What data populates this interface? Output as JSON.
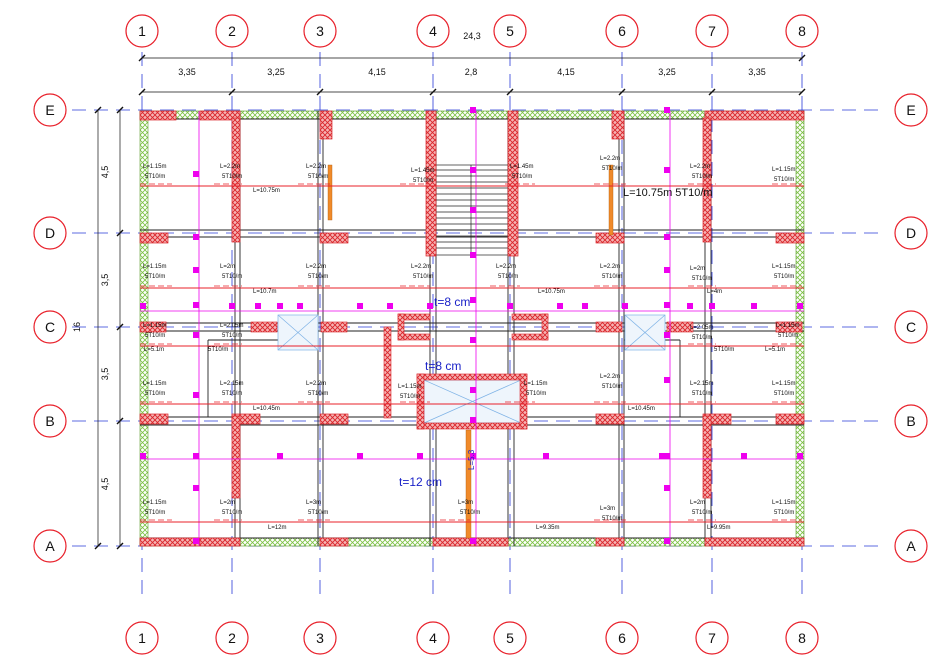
{
  "axes": {
    "columns": [
      "1",
      "2",
      "3",
      "4",
      "5",
      "6",
      "7",
      "8"
    ],
    "rows": [
      "E",
      "D",
      "C",
      "B",
      "A"
    ]
  },
  "dimensions": {
    "total_width": "24,3",
    "spans": [
      "3,35",
      "3,25",
      "4,15",
      "2,8",
      "4,15",
      "3,25",
      "3,35"
    ],
    "total_height": "16",
    "row_spans": [
      "4,5",
      "3,5",
      "3,5",
      "4,5"
    ]
  },
  "slab_labels": {
    "t8_upper": "t=8 cm",
    "t8_lower": "t=8 cm",
    "t12": "t=12 cm",
    "big_note": "L=10.75m 5T10/m",
    "vertical_note": "L=5.3"
  },
  "rebar_notes": [
    {
      "id": "e1l",
      "l": "L=1.15m",
      "s": "5T10/m"
    },
    {
      "id": "e2l",
      "l": "L=2.2m",
      "s": "5T10/m"
    },
    {
      "id": "e3l",
      "l": "L=2.2m",
      "s": "5T10/m"
    },
    {
      "id": "e4l",
      "l": "L=1.45m",
      "s": "5T10/m"
    },
    {
      "id": "e5l",
      "l": "L=1.45m",
      "s": "5T10/m"
    },
    {
      "id": "e6l",
      "l": "L=2.2m",
      "s": "5T10/m"
    },
    {
      "id": "e7l",
      "l": "L=2.2m",
      "s": "5T10/m"
    },
    {
      "id": "e8l",
      "l": "L=1.15m",
      "s": "5T10/m"
    },
    {
      "id": "d1l",
      "l": "L=1.15m",
      "s": "5T10/m"
    },
    {
      "id": "d2l",
      "l": "L=2m",
      "s": "5T10/m"
    },
    {
      "id": "d3l",
      "l": "L=2.2m",
      "s": "5T10/m"
    },
    {
      "id": "d4l",
      "l": "L=2.2m",
      "s": "5T10/m"
    },
    {
      "id": "d5l",
      "l": "L=2.2m",
      "s": "5T10/m"
    },
    {
      "id": "d6l",
      "l": "L=2.2m",
      "s": "5T10/m"
    },
    {
      "id": "d7l",
      "l": "L=2m",
      "s": "5T10/m"
    },
    {
      "id": "d8l",
      "l": "L=1.15m",
      "s": "5T10/m"
    },
    {
      "id": "c1l",
      "l": "L=1.15m",
      "s": "5T10/m"
    },
    {
      "id": "c2l",
      "l": "L=2.05m",
      "s": "5T10/m"
    },
    {
      "id": "c7l",
      "l": "L=2.05m",
      "s": "5T10/m"
    },
    {
      "id": "c8l",
      "l": "L=1.15m",
      "s": "5T10/m"
    },
    {
      "id": "b1l",
      "l": "L=1.15m",
      "s": "5T10/m"
    },
    {
      "id": "b2l",
      "l": "L=2.15m",
      "s": "5T10/m"
    },
    {
      "id": "b3l",
      "l": "L=2.2m",
      "s": "5T10/m"
    },
    {
      "id": "b4l",
      "l": "L=1.15m",
      "s": "5T10/m"
    },
    {
      "id": "b5l",
      "l": "L=1.15m",
      "s": "5T10/m"
    },
    {
      "id": "b6l",
      "l": "L=2.2m",
      "s": "5T10/m"
    },
    {
      "id": "b7l",
      "l": "L=2.15m",
      "s": "5T10/m"
    },
    {
      "id": "b8l",
      "l": "L=1.15m",
      "s": "5T10/m"
    },
    {
      "id": "a1l",
      "l": "L=1.15m",
      "s": "5T10/m"
    },
    {
      "id": "a2l",
      "l": "L=2m",
      "s": "5T10/m"
    },
    {
      "id": "a3l",
      "l": "L=3m",
      "s": "5T10/m"
    },
    {
      "id": "a4l",
      "l": "L=3m",
      "s": "5T10/m"
    },
    {
      "id": "a6l",
      "l": "L=3m",
      "s": "5T10/m"
    },
    {
      "id": "a7l",
      "l": "L=2m",
      "s": "5T10/m"
    },
    {
      "id": "a8l",
      "l": "L=1.15m",
      "s": "5T10/m"
    }
  ],
  "line_labels": {
    "e_mid": "L=10.75m",
    "d_left": "L=10.7m",
    "d_right": "L=10.75m",
    "d_right2": "L=4m",
    "c_left": "L=5.1m",
    "c_right": "L=5.1m",
    "b_left": "L=10.45m",
    "b_right": "L=10.45m",
    "a_left": "L=12m",
    "a_mid": "L=9.35m",
    "a_right": "L=9.95m",
    "c_sub_left": "5T10/m",
    "c_sub_right": "5T10/m"
  },
  "colors": {
    "axis_circle": "#e8202a",
    "axis_line": "#2a3bd8",
    "beam": "#222222",
    "column_fill": "#f4a9a9",
    "column_hatch": "#d9262b",
    "wall_green": "#7cc243",
    "magenta": "#ee00ee",
    "rebar_red": "#e8202a",
    "label_blue": "#1a22c8"
  }
}
